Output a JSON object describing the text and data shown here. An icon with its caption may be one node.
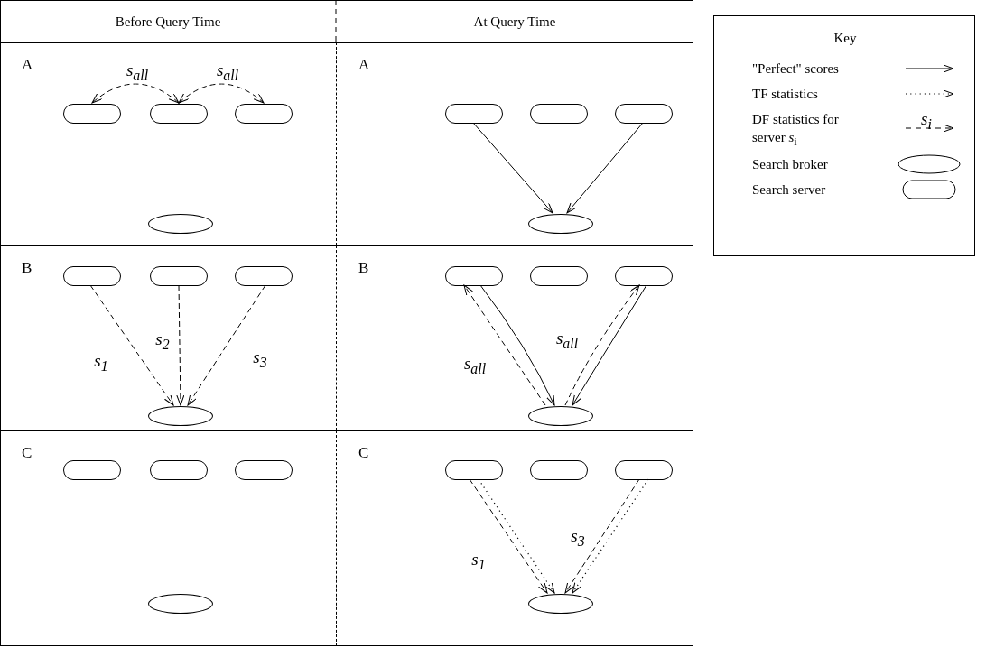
{
  "diagram": {
    "nodes": [
      {
        "text": [
          "A"
        ]
      },
      {
        "text": [],
        "shape": "box",
        "in": 0
      },
      {
        "text": [],
        "shape": "box",
        "in": 0
      },
      {
        "text": [],
        "shape": "box",
        "in": 0
      },
      {
        "text": [],
        "shape": "ellipse",
        "in": 0
      },
      {
        "text": [
          "A"
        ]
      },
      {
        "text": [],
        "shape": "box",
        "in": 5
      },
      {
        "text": [],
        "shape": "box",
        "in": 5
      },
      {
        "text": [],
        "shape": "box",
        "in": 5
      },
      {
        "text": [],
        "shape": "ellipse",
        "in": 5
      },
      {
        "text": [
          "B"
        ]
      },
      {
        "text": [],
        "shape": "box",
        "in": 10
      },
      {
        "text": [],
        "shape": "box",
        "in": 10
      },
      {
        "text": [],
        "shape": "box",
        "in": 10
      },
      {
        "text": [],
        "shape": "ellipse",
        "in": 10
      },
      {
        "text": [
          "B"
        ]
      },
      {
        "text": [],
        "shape": "box",
        "in": 15
      },
      {
        "text": [],
        "shape": "box",
        "in": 15
      },
      {
        "text": [],
        "shape": "box",
        "in": 15
      },
      {
        "text": [],
        "shape": "ellipse",
        "in": 15
      },
      {
        "text": [
          "C"
        ]
      },
      {
        "text": [],
        "shape": "box",
        "in": 20
      },
      {
        "text": [],
        "shape": "box",
        "in": 20
      },
      {
        "text": [],
        "shape": "box",
        "in": 20
      },
      {
        "text": [],
        "shape": "ellipse",
        "in": 20
      },
      {
        "text": [
          "C"
        ]
      },
      {
        "text": [],
        "shape": "box",
        "in": 25
      },
      {
        "text": [],
        "shape": "box",
        "in": 25
      },
      {
        "text": [],
        "shape": "box",
        "in": 25
      },
      {
        "text": [],
        "shape": "ellipse",
        "in": 25
      }
    ],
    "edges": [
      {
        "from": 2,
        "to": 1,
        "arrow": "both",
        "style": "dashed",
        "label": "s$_{all}$"
      },
      {
        "from": 2,
        "to": 3,
        "arrow": "both",
        "style": "dashed",
        "label": "s$_{all}$"
      },
      {
        "from": 6,
        "to": 9,
        "arrow": "to"
      },
      {
        "from": 8,
        "to": 9,
        "arrow": "to"
      },
      {
        "from": 11,
        "to": 14,
        "arrow": "to",
        "style": "dashed",
        "label": "s$_{1}$"
      },
      {
        "from": 12,
        "to": 14,
        "arrow": "to",
        "style": "dashed",
        "label": "s$_{2}$"
      },
      {
        "from": 13,
        "to": 14,
        "arrow": "to",
        "style": "dashed",
        "label": "s$_{3}$"
      },
      {
        "from": 19,
        "to": 16,
        "arrow": "to",
        "style": "dashed",
        "label": "s$_{all}$"
      },
      {
        "from": 16,
        "to": 19,
        "arrow": "to"
      },
      {
        "from": 19,
        "to": 18,
        "arrow": "to",
        "style": "dashed",
        "label": "s$_{all}$"
      },
      {
        "from": 18,
        "to": 19,
        "arrow": "to"
      },
      {
        "from": 26,
        "to": 29,
        "arrow": "to",
        "style": "dashed",
        "label": "s$_{1}$"
      },
      {
        "from": 26,
        "to": 29,
        "arrow": "to",
        "style": "dashed"
      },
      {
        "from": 28,
        "to": 29,
        "arrow": "to",
        "style": "dashed",
        "label": "s$_{3}$"
      },
      {
        "from": 28,
        "to": 29,
        "arrow": "to",
        "style": "dashed"
      }
    ],
    "labels": [
      "Before Query Time",
      "At Query Time",
      "Key",
      "s$_{i}$"
    ],
    "legend": [
      {
        "text": "\"Perfect\" scores"
      },
      {
        "text": "TF statistics"
      },
      {
        "text": "DF statistics for server *s*$_{i}$"
      },
      {
        "text": "Search broker"
      },
      {
        "text": "Search server"
      }
    ]
  }
}
